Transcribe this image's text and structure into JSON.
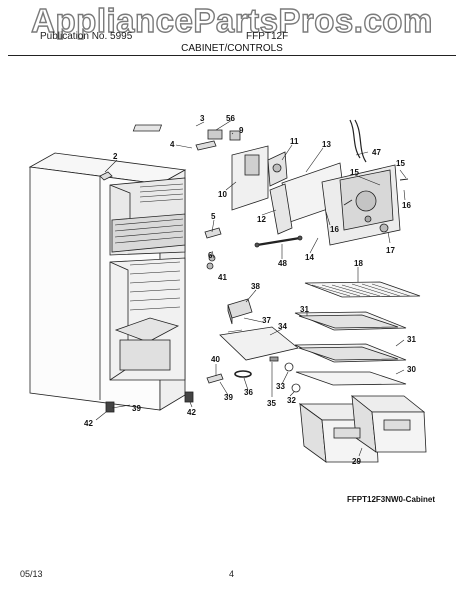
{
  "watermark": "AppliancePartsPros.com",
  "header": {
    "left": "Publication No. 5995",
    "right": "FFPT12F",
    "section": "CABINET/CONTROLS"
  },
  "figure_id": "FFPT12F3NW0-Cabinet",
  "footer": {
    "date": "05/13",
    "page": "4"
  },
  "labels": {
    "p2": "2",
    "p3": "3",
    "p4": "4",
    "p5": "5",
    "p6": "6",
    "p9": "9",
    "p10": "10",
    "p11": "11",
    "p12": "12",
    "p13": "13",
    "p14": "14",
    "p15a": "15",
    "p15b": "15",
    "p16a": "16",
    "p16b": "16",
    "p17": "17",
    "p18": "18",
    "p29": "29",
    "p30": "30",
    "p31a": "31",
    "p31b": "31",
    "p32": "32",
    "p33": "33",
    "p34": "34",
    "p35": "35",
    "p36": "36",
    "p37": "37",
    "p38": "38",
    "p39a": "39",
    "p39b": "39",
    "p40": "40",
    "p41": "41",
    "p42a": "42",
    "p42b": "42",
    "p47": "47",
    "p48": "48",
    "p56": "56"
  }
}
